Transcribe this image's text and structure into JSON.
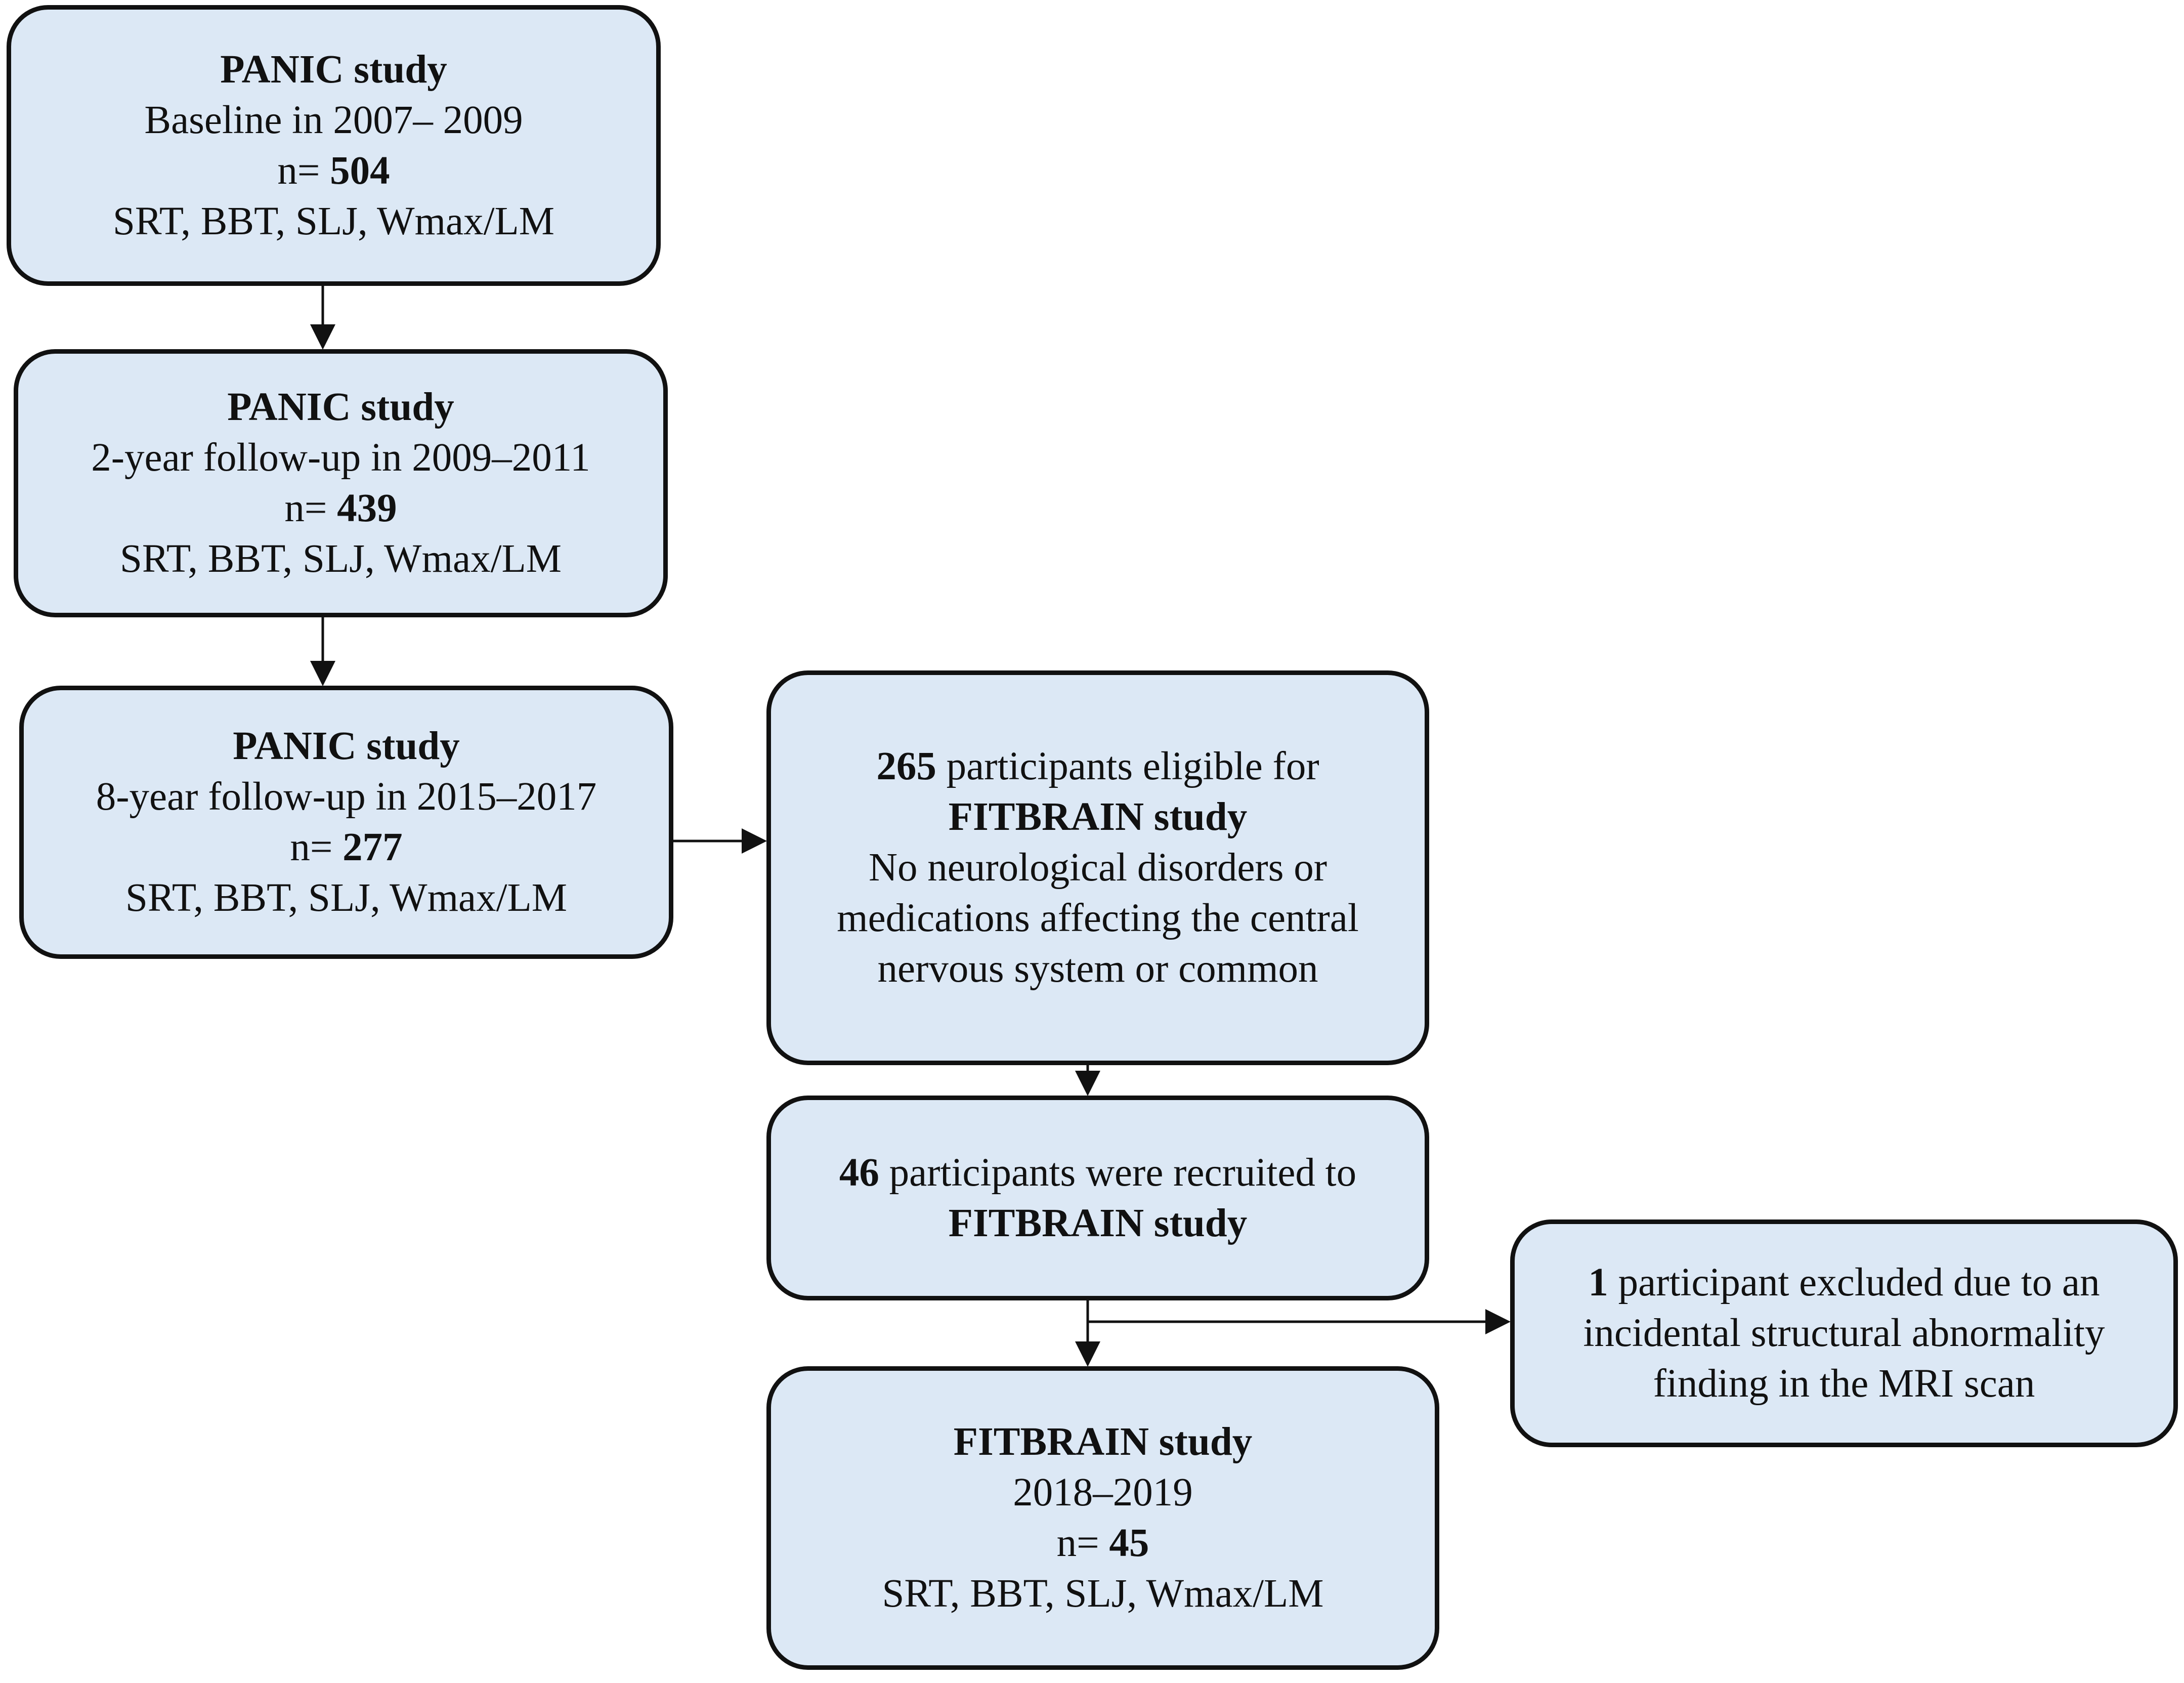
{
  "boxes": {
    "baseline": {
      "title": "PANIC study",
      "period": "Baseline in 2007– 2009",
      "n_prefix": "n= ",
      "n_value": "504",
      "tests": "SRT, BBT, SLJ, Wmax/LM"
    },
    "followup_2y": {
      "title": "PANIC study",
      "period": "2-year follow-up in 2009–2011",
      "n_prefix": "n= ",
      "n_value": "439",
      "tests": "SRT, BBT, SLJ, Wmax/LM"
    },
    "followup_8y": {
      "title": "PANIC study",
      "period": "8-year follow-up in 2015–2017",
      "n_prefix": "n= ",
      "n_value": "277",
      "tests": "SRT, BBT, SLJ, Wmax/LM"
    },
    "eligible": {
      "count": "265",
      "text": " participants eligible for",
      "study": "FITBRAIN study",
      "criteria_1": "No neurological disorders or",
      "criteria_2": "medications affecting the central",
      "criteria_3": "nervous system or common"
    },
    "recruited": {
      "count": "46",
      "text": " participants were recruited to",
      "study": "FITBRAIN study"
    },
    "excluded": {
      "count": "1",
      "text": " participant excluded due to an",
      "line_2": "incidental structural abnormality",
      "line_3": "finding in the MRI scan"
    },
    "fitbrain": {
      "title": "FITBRAIN study",
      "period": "2018–2019",
      "n_prefix": "n= ",
      "n_value": "45",
      "tests": "SRT, BBT, SLJ, Wmax/LM"
    }
  }
}
